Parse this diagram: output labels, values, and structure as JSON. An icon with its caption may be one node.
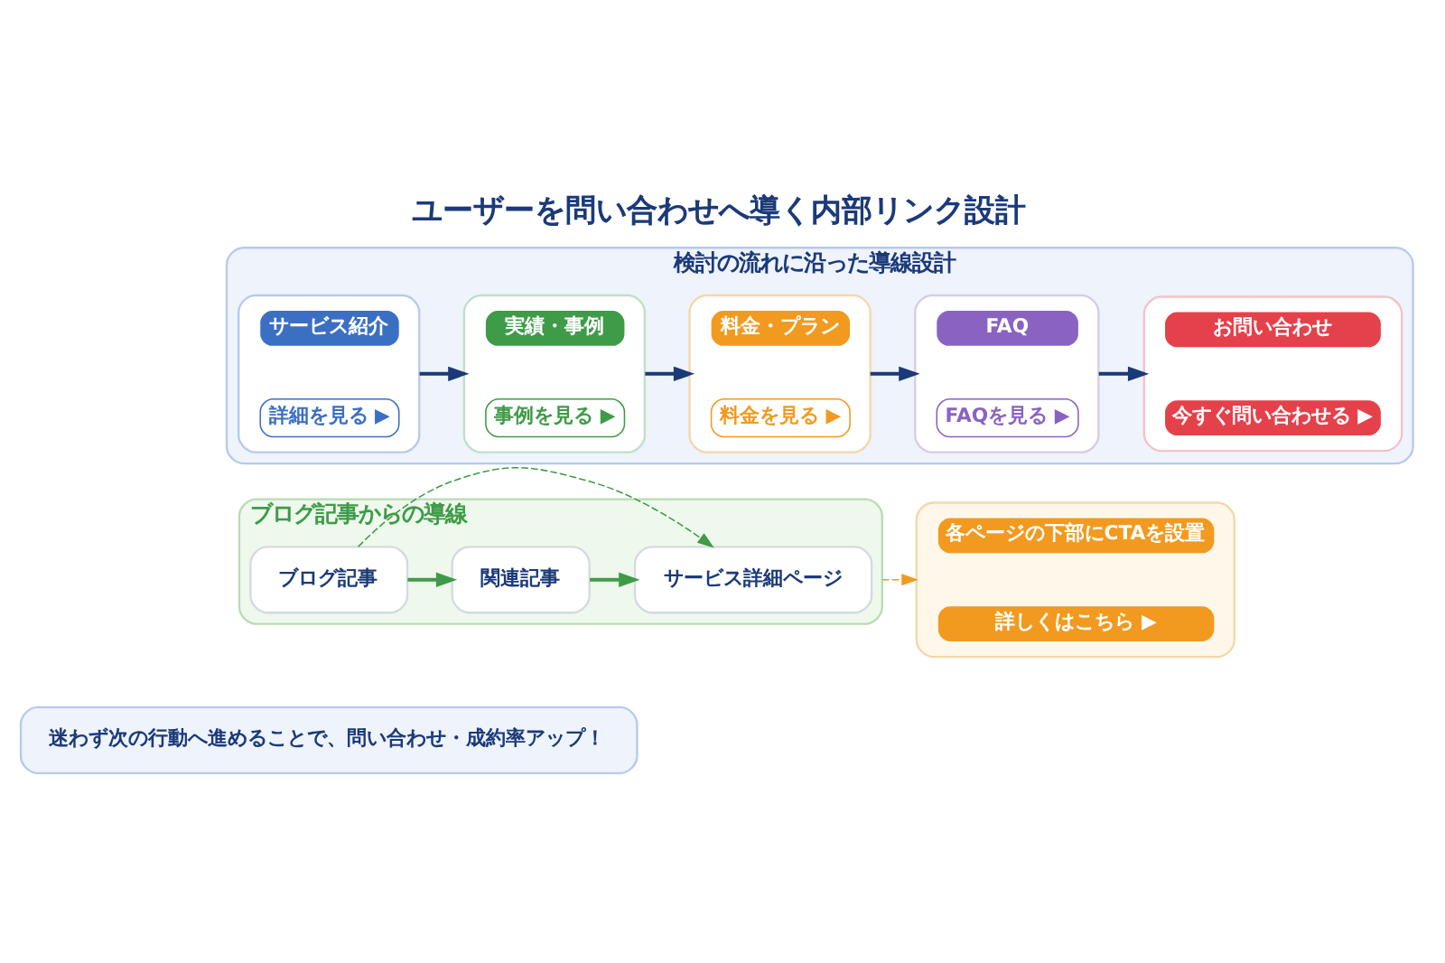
{
  "diagram": {
    "title": "ユーザーを問い合わせへ導く内部リンク設計",
    "nodes": [
      {
        "text": [
          "検討の流れに沿った導線設計"
        ]
      },
      {
        "text": [
          "サービス紹介",
          "詳細を見る ▶"
        ],
        "in": 0
      },
      {
        "text": [
          "実績・事例",
          "事例を見る ▶"
        ],
        "in": 0
      },
      {
        "text": [
          "料金・プラン",
          "料金を見る ▶"
        ],
        "in": 0
      },
      {
        "text": [
          "FAQ",
          "FAQを見る ▶"
        ],
        "in": 0
      },
      {
        "text": [
          "お問い合わせ",
          "今すぐ問い合わせる ▶"
        ],
        "in": 0
      },
      {
        "text": [
          "ブログ記事からの導線"
        ]
      },
      {
        "text": [
          "ブログ記事"
        ],
        "in": 6
      },
      {
        "text": [
          "関連記事"
        ],
        "in": 6
      },
      {
        "text": [
          "サービス詳細ページ"
        ],
        "in": 6
      },
      {
        "text": [
          "各ページの下部にCTAを設置",
          "詳しくはこちら ▶"
        ]
      },
      {
        "text": [
          "迷わず次の行動へ進めることで、問い合わせ・成約率アップ！"
        ]
      }
    ],
    "edges": [
      {
        "from": 1,
        "to": 2,
        "arrow": "to"
      },
      {
        "from": 2,
        "to": 3,
        "arrow": "to"
      },
      {
        "from": 3,
        "to": 4,
        "arrow": "to"
      },
      {
        "from": 4,
        "to": 5,
        "arrow": "to"
      },
      {
        "from": 7,
        "to": 8,
        "arrow": "to",
        "color": "#3e9b48"
      },
      {
        "from": 8,
        "to": 9,
        "arrow": "to",
        "color": "#3e9b48"
      },
      {
        "from": 7,
        "to": 9,
        "arrow": "to",
        "style": "dashed",
        "color": "#3e9b48"
      },
      {
        "from": 6,
        "to": 10,
        "arrow": "to",
        "style": "dashed",
        "color": "#f29a1f"
      }
    ]
  }
}
